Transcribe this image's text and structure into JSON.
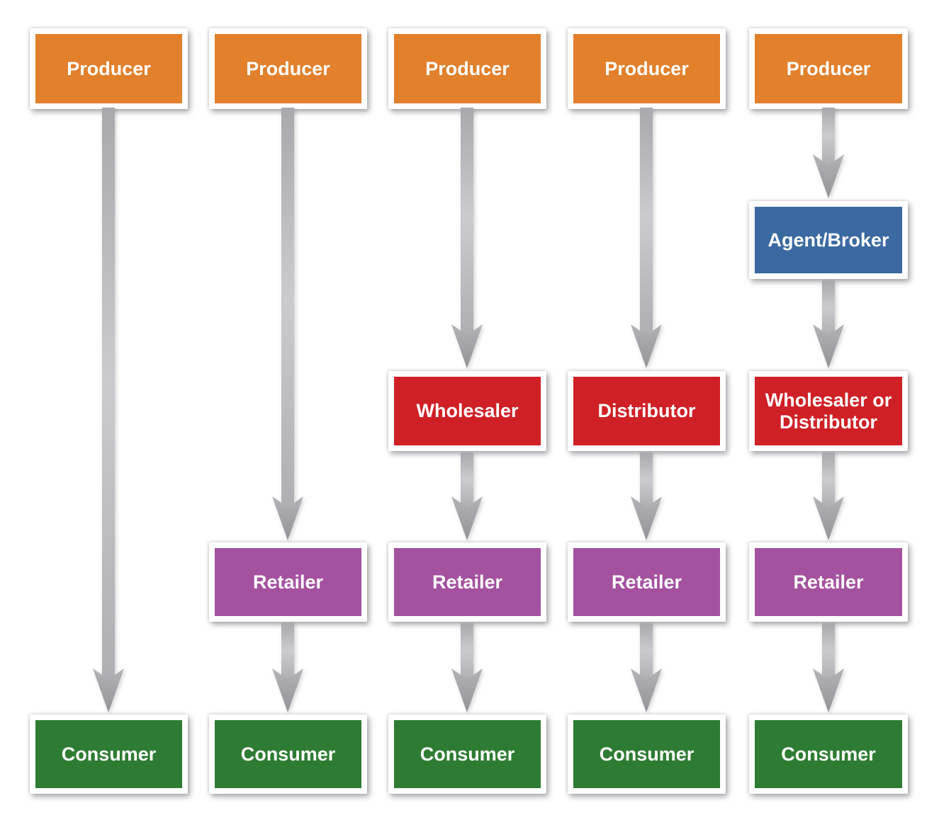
{
  "diagram": {
    "channels": [
      {
        "name": "channel-1",
        "chain": [
          "Producer",
          "Consumer"
        ]
      },
      {
        "name": "channel-2",
        "chain": [
          "Producer",
          "Retailer",
          "Consumer"
        ]
      },
      {
        "name": "channel-3",
        "chain": [
          "Producer",
          "Wholesaler",
          "Retailer",
          "Consumer"
        ]
      },
      {
        "name": "channel-4",
        "chain": [
          "Producer",
          "Distributor",
          "Retailer",
          "Consumer"
        ]
      },
      {
        "name": "channel-5",
        "chain": [
          "Producer",
          "Agent/Broker",
          "Wholesaler or Distributor",
          "Retailer",
          "Consumer"
        ]
      }
    ]
  },
  "colors": {
    "producer_orange": "#E2802C",
    "agent_blue": "#3B69A1",
    "intermediary_red": "#CF2026",
    "retailer_purple": "#A4519F",
    "consumer_green": "#2E7C33",
    "arrow_gray": "#B9B9BE",
    "background": "#FFFFFF"
  }
}
